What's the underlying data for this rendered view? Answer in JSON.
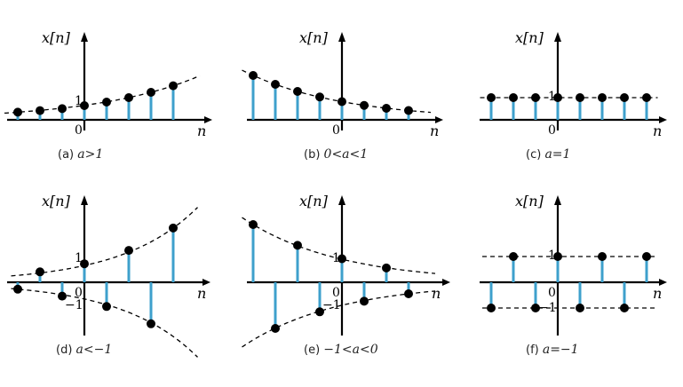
{
  "chart_data": [
    {
      "type": "stem",
      "caption_tag": "(a)",
      "caption_cond": "a>1",
      "ylabel": "x[n]",
      "xlabel": "n",
      "origin_label": "0",
      "tick_labels": [
        "1"
      ],
      "envelope": "growing",
      "x": [
        -3,
        -2,
        -1,
        0,
        1,
        2,
        3,
        4
      ],
      "values": [
        0.43,
        0.52,
        0.63,
        0.8,
        1.0,
        1.25,
        1.55,
        1.92
      ]
    },
    {
      "type": "stem",
      "caption_tag": "(b)",
      "caption_cond": "0<a<1",
      "ylabel": "x[n]",
      "xlabel": "n",
      "origin_label": "0",
      "tick_labels": [],
      "envelope": "decaying",
      "x": [
        -4,
        -3,
        -2,
        -1,
        0,
        1,
        2,
        3
      ],
      "values": [
        2.0,
        1.6,
        1.28,
        1.03,
        0.82,
        0.65,
        0.52,
        0.42
      ]
    },
    {
      "type": "stem",
      "caption_tag": "(c)",
      "caption_cond": "a=1",
      "ylabel": "x[n]",
      "xlabel": "n",
      "origin_label": "0",
      "tick_labels": [
        "1"
      ],
      "envelope": "constant",
      "x": [
        -3,
        -2,
        -1,
        0,
        1,
        2,
        3,
        4
      ],
      "values": [
        1,
        1,
        1,
        1,
        1,
        1,
        1,
        1
      ]
    },
    {
      "type": "stem",
      "caption_tag": "(d)",
      "caption_cond": "a<−1",
      "ylabel": "x[n]",
      "xlabel": "n",
      "origin_label": "0",
      "tick_labels": [
        "1",
        "−1"
      ],
      "envelope": "growing-alternating",
      "x": [
        -3,
        -2,
        -1,
        0,
        1,
        2,
        3,
        4
      ],
      "values": [
        -0.3,
        0.45,
        -0.6,
        0.8,
        -1.05,
        1.38,
        -1.8,
        2.35
      ]
    },
    {
      "type": "stem",
      "caption_tag": "(e)",
      "caption_cond": "−1<a<0",
      "ylabel": "x[n]",
      "xlabel": "n",
      "origin_label": "0",
      "tick_labels": [
        "1",
        "−1"
      ],
      "envelope": "decaying-alternating",
      "x": [
        -4,
        -3,
        -2,
        -1,
        0,
        1,
        2,
        3
      ],
      "values": [
        2.5,
        -2.0,
        1.6,
        -1.28,
        1.02,
        -0.82,
        0.62,
        -0.5
      ]
    },
    {
      "type": "stem",
      "caption_tag": "(f)",
      "caption_cond": "a=−1",
      "ylabel": "x[n]",
      "xlabel": "n",
      "origin_label": "0",
      "tick_labels": [
        "1",
        "−1"
      ],
      "envelope": "constant-alternating",
      "x": [
        -3,
        -2,
        -1,
        0,
        1,
        2,
        3,
        4
      ],
      "values": [
        -1,
        1,
        -1,
        1,
        -1,
        1,
        -1,
        1
      ]
    }
  ]
}
